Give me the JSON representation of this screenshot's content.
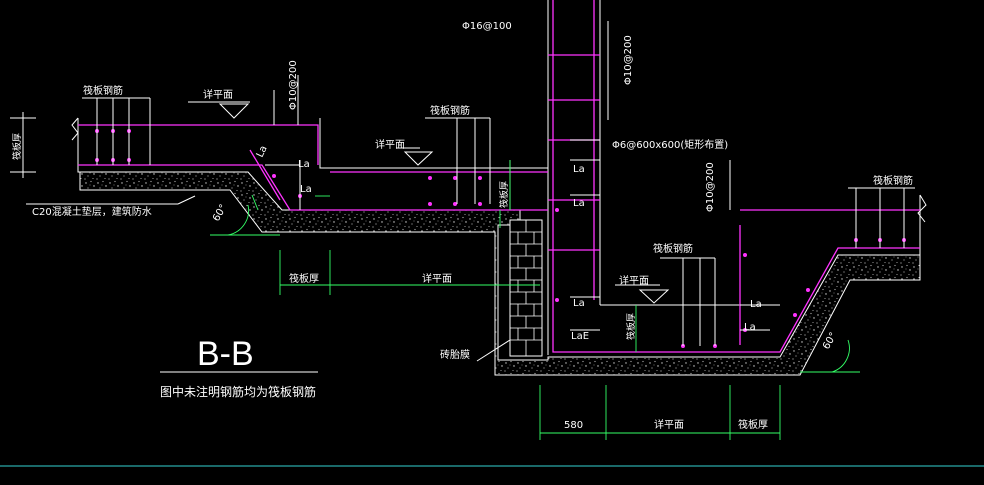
{
  "drawing": {
    "section_title": "B-B",
    "note": "图中未注明钢筋均为筏板钢筋",
    "labels": {
      "raft_rebar_left": "筏板钢筋",
      "raft_rebar_mid": "筏板钢筋",
      "raft_rebar_right": "筏板钢筋",
      "raft_rebar_pit": "筏板钢筋",
      "see_plan_1": "详平面",
      "see_plan_2": "详平面",
      "see_plan_3": "详平面",
      "see_plan_dim": "详平面",
      "see_plan_dim2": "详平面",
      "stirrup_col": "Φ16@100",
      "bar_10_200_a": "Φ10@200",
      "bar_10_200_b": "Φ10@200",
      "bar_10_200_c": "Φ10@200",
      "tie_bar": "Φ6@600x600(矩形布置)",
      "la_1": "La",
      "la_2": "La",
      "la_3": "La",
      "la_4": "La",
      "la_5": "La",
      "la_6": "La",
      "la_7": "La",
      "la_8": "La",
      "lae": "LaE",
      "raft_thk_left": "筏板厚",
      "raft_thk_dim": "筏板厚",
      "raft_thk_mid": "筏板厚",
      "raft_thk_pit": "筏板厚",
      "raft_thk_dim2": "筏板厚",
      "cushion_note": "C20混凝土垫层，建筑防水",
      "brick_wall": "砖胎膜",
      "angle_left": "60°",
      "angle_right": "60°",
      "dim_580": "580"
    }
  },
  "colors": {
    "rebar": "#ff33ff",
    "outline": "#ffffff",
    "dimension": "#33ff66",
    "background": "#000000",
    "baseline": "#2aa8a8"
  }
}
